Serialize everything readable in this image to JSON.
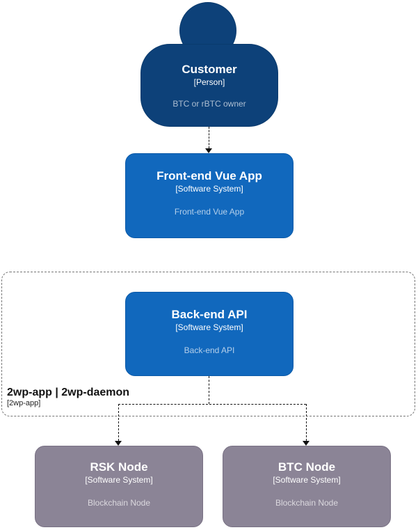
{
  "diagram": {
    "type": "c4-context-diagram",
    "colors": {
      "person_fill": "#0d4179",
      "person_border": "#0a3a6d",
      "software_system_fill": "#1168bd",
      "software_system_border": "#0c5aa8",
      "external_system_fill": "#8b8496",
      "external_system_border": "#787083",
      "boundary_border": "#757575",
      "edge_color": "#111111",
      "background": "#ffffff"
    },
    "nodes": {
      "customer": {
        "title": "Customer",
        "subtitle": "[Person]",
        "description": "BTC or rBTC owner"
      },
      "frontend": {
        "title": "Front-end Vue App",
        "subtitle": "[Software System]",
        "description": "Front-end Vue App"
      },
      "backend": {
        "title": "Back-end API",
        "subtitle": "[Software System]",
        "description": "Back-end API"
      },
      "rsk": {
        "title": "RSK Node",
        "subtitle": "[Software System]",
        "description": "Blockchain Node"
      },
      "btc": {
        "title": "BTC Node",
        "subtitle": "[Software System]",
        "description": "Blockchain Node"
      }
    },
    "boundary": {
      "label": "2wp-app | 2wp-daemon",
      "sublabel": "[2wp-app]"
    },
    "edges": [
      {
        "from": "customer",
        "to": "frontend",
        "style": "dashed"
      },
      {
        "from": "backend",
        "to": "rsk",
        "style": "dashed"
      },
      {
        "from": "backend",
        "to": "btc",
        "style": "dashed"
      }
    ]
  }
}
